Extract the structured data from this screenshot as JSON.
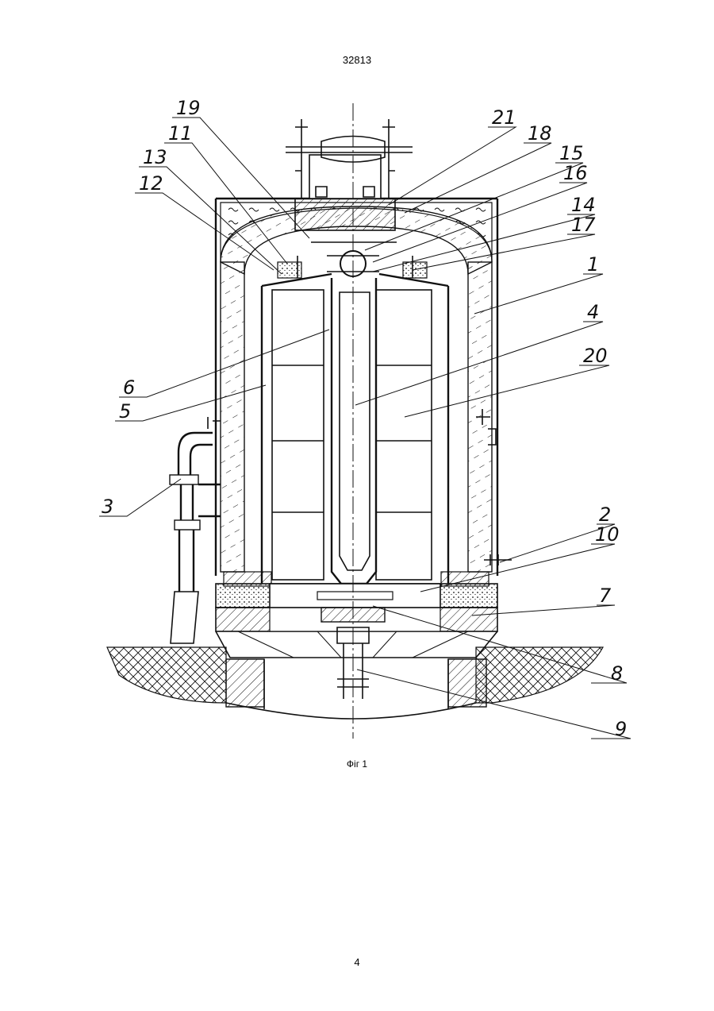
{
  "page": {
    "header": "32813",
    "caption": "Фіг 1",
    "page_number": "4"
  },
  "figure": {
    "callouts": [
      {
        "id": "19",
        "label": "19"
      },
      {
        "id": "11",
        "label": "11"
      },
      {
        "id": "13",
        "label": "13"
      },
      {
        "id": "12",
        "label": "12"
      },
      {
        "id": "21",
        "label": "21"
      },
      {
        "id": "18",
        "label": "18"
      },
      {
        "id": "15",
        "label": "15"
      },
      {
        "id": "16",
        "label": "16"
      },
      {
        "id": "14",
        "label": "14"
      },
      {
        "id": "17",
        "label": "17"
      },
      {
        "id": "1",
        "label": "1"
      },
      {
        "id": "4",
        "label": "4"
      },
      {
        "id": "20",
        "label": "20"
      },
      {
        "id": "6",
        "label": "6"
      },
      {
        "id": "5",
        "label": "5"
      },
      {
        "id": "3",
        "label": "3"
      },
      {
        "id": "2",
        "label": "2"
      },
      {
        "id": "10",
        "label": "10"
      },
      {
        "id": "7",
        "label": "7"
      },
      {
        "id": "8",
        "label": "8"
      },
      {
        "id": "9",
        "label": "9"
      }
    ]
  }
}
